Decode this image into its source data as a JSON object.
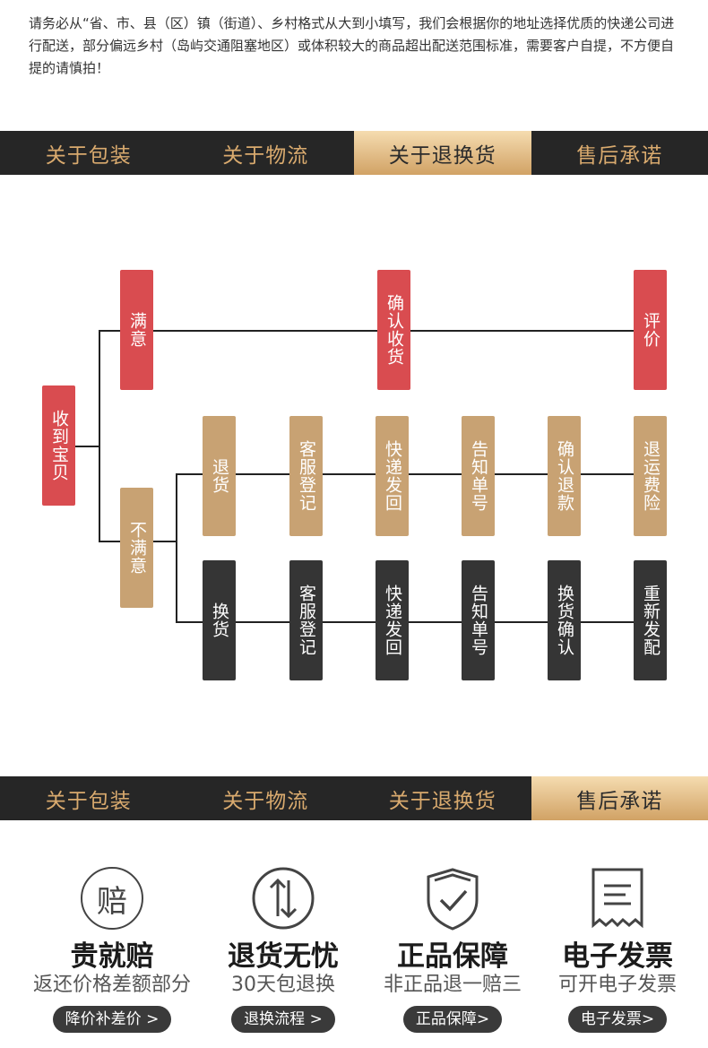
{
  "notice": "请务必从“省、市、县（区）镇（街道）、乡村格式从大到小填写，我们会根据你的地址选择优质的快递公司进行配送，部分偏远乡村（岛屿交通阻塞地区）或体积较大的商品超出配送范围标准，需要客户自提，不方便自提的请慎拍！",
  "tabs_top": [
    "关于包装",
    "关于物流",
    "关于退换货",
    "售后承诺"
  ],
  "tabs_bottom": [
    "关于包装",
    "关于物流",
    "关于退换货",
    "售后承诺"
  ],
  "flow": {
    "received": "收到宝贝",
    "satisfied": "满意",
    "confirm_receipt": "确认收货",
    "review": "评价",
    "unsatisfied": "不满意",
    "return_steps": [
      "退货",
      "客服登记",
      "快递发回",
      "告知单号",
      "确认退款",
      "退运费险"
    ],
    "exchange_steps": [
      "换货",
      "客服登记",
      "快递发回",
      "告知单号",
      "换货确认",
      "重新发配"
    ]
  },
  "guarantees": [
    {
      "icon": "compensate-icon",
      "icon_char": "赔",
      "title": "贵就赔",
      "sub": "返还价格差额部分",
      "button": "降价补差价 >"
    },
    {
      "icon": "return-arrows-icon",
      "title": "退货无忧",
      "sub": "30天包退换",
      "button": "退换流程 >"
    },
    {
      "icon": "shield-check-icon",
      "title": "正品保障",
      "sub": "非正品退一赔三",
      "button": "正品保障>"
    },
    {
      "icon": "receipt-icon",
      "title": "电子发票",
      "sub": "可开电子发票",
      "button": "电子发票>"
    }
  ]
}
